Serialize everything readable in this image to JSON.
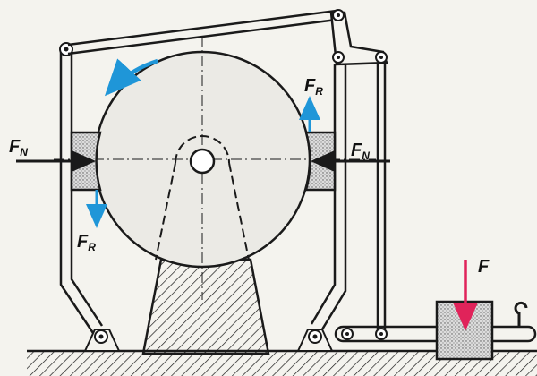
{
  "labels": {
    "fn_left": "F",
    "fn_left_sub": "N",
    "fn_right": "F",
    "fn_right_sub": "N",
    "fr_top": "F",
    "fr_top_sub": "R",
    "fr_bottom": "F",
    "fr_bottom_sub": "R",
    "f_weight": "F"
  },
  "colors": {
    "line": "#1a1a1a",
    "drum": "#ebeae5",
    "friction_arrow": "#1f96d8",
    "rotation_arrow": "#1f96d8",
    "weight_arrow": "#e0235a",
    "pad_fill": "#cfcfcf",
    "ground_hatch": "#1a1a1a"
  },
  "icons": {
    "rotation": "counterclockwise-arrow-icon",
    "hook": "hook-icon"
  }
}
